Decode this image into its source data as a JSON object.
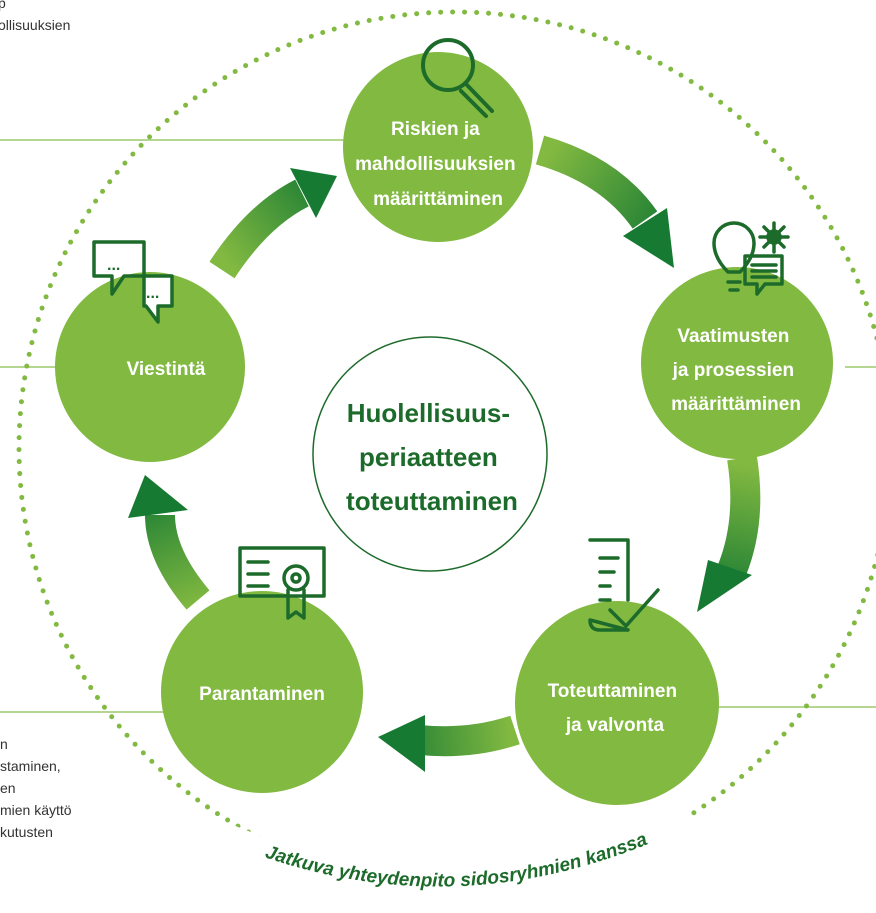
{
  "center_title": [
    "Huolellisuus-",
    "periaatteen",
    "toteuttaminen"
  ],
  "nodes": [
    {
      "id": "riskit",
      "lines": [
        "Riskien ja",
        "mahdollisuuksien",
        "määrittäminen"
      ],
      "icon": "magnifier-icon"
    },
    {
      "id": "vaatimukset",
      "lines": [
        "Vaatimusten",
        "ja prosessien",
        "määrittäminen"
      ],
      "icon": "lightbulb-document-icon"
    },
    {
      "id": "toteuttaminen",
      "lines": [
        "Toteuttaminen",
        "ja valvonta"
      ],
      "icon": "checklist-icon"
    },
    {
      "id": "parantaminen",
      "lines": [
        "Parantaminen"
      ],
      "icon": "certificate-icon"
    },
    {
      "id": "viestinta",
      "lines": [
        "Viestintä"
      ],
      "icon": "chat-bubbles-icon"
    }
  ],
  "outer_label": "Jatkuva yhteydenpito sidosryhmien kanssa",
  "left_edge_text_top": [
    "p",
    "",
    "ollisuuksien"
  ],
  "left_edge_text_bottom": [
    "n",
    "staminen,",
    "en",
    "mien käyttö",
    "kutusten"
  ],
  "colors": {
    "node_green": "#82b941",
    "arrow_dark": "#177a33",
    "arrow_light": "#82b941",
    "dark_green": "#1d6b2b",
    "divider": "#9cc96b"
  }
}
